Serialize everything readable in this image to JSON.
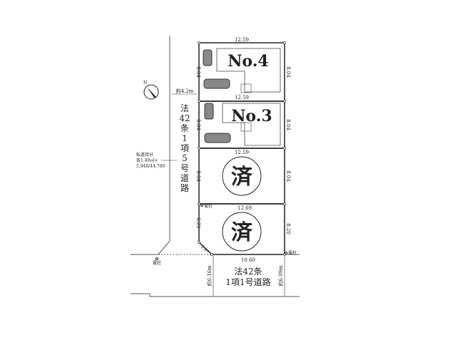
{
  "lots": [
    {
      "label": "No.4",
      "top": "12.59",
      "left": "8.04",
      "right": "8.04"
    },
    {
      "label": "No.3",
      "top": "12.59",
      "left": "8.04",
      "right": "8.04"
    },
    {
      "label": "済",
      "top": "12.59",
      "left": "8.04",
      "right": "8.04"
    },
    {
      "label": "済",
      "top": "12.69",
      "left": "6.21",
      "right": "8.20",
      "bottom": "10.60",
      "corner": "2.87"
    }
  ],
  "roads": {
    "side_width": "約4.2m",
    "side_name": [
      "法",
      "42",
      "条",
      "1",
      "項",
      "5",
      "号",
      "道",
      "路"
    ],
    "front_name_1": "法42条",
    "front_name_2": "1項1号道路",
    "front_width_left": "約6.16m",
    "front_width_right": "約6.09m"
  },
  "private_road_share": [
    "私道持分",
    "各1.49㎡×",
    "5,948/44,700"
  ],
  "utility_pole": "電柱",
  "north": "N"
}
